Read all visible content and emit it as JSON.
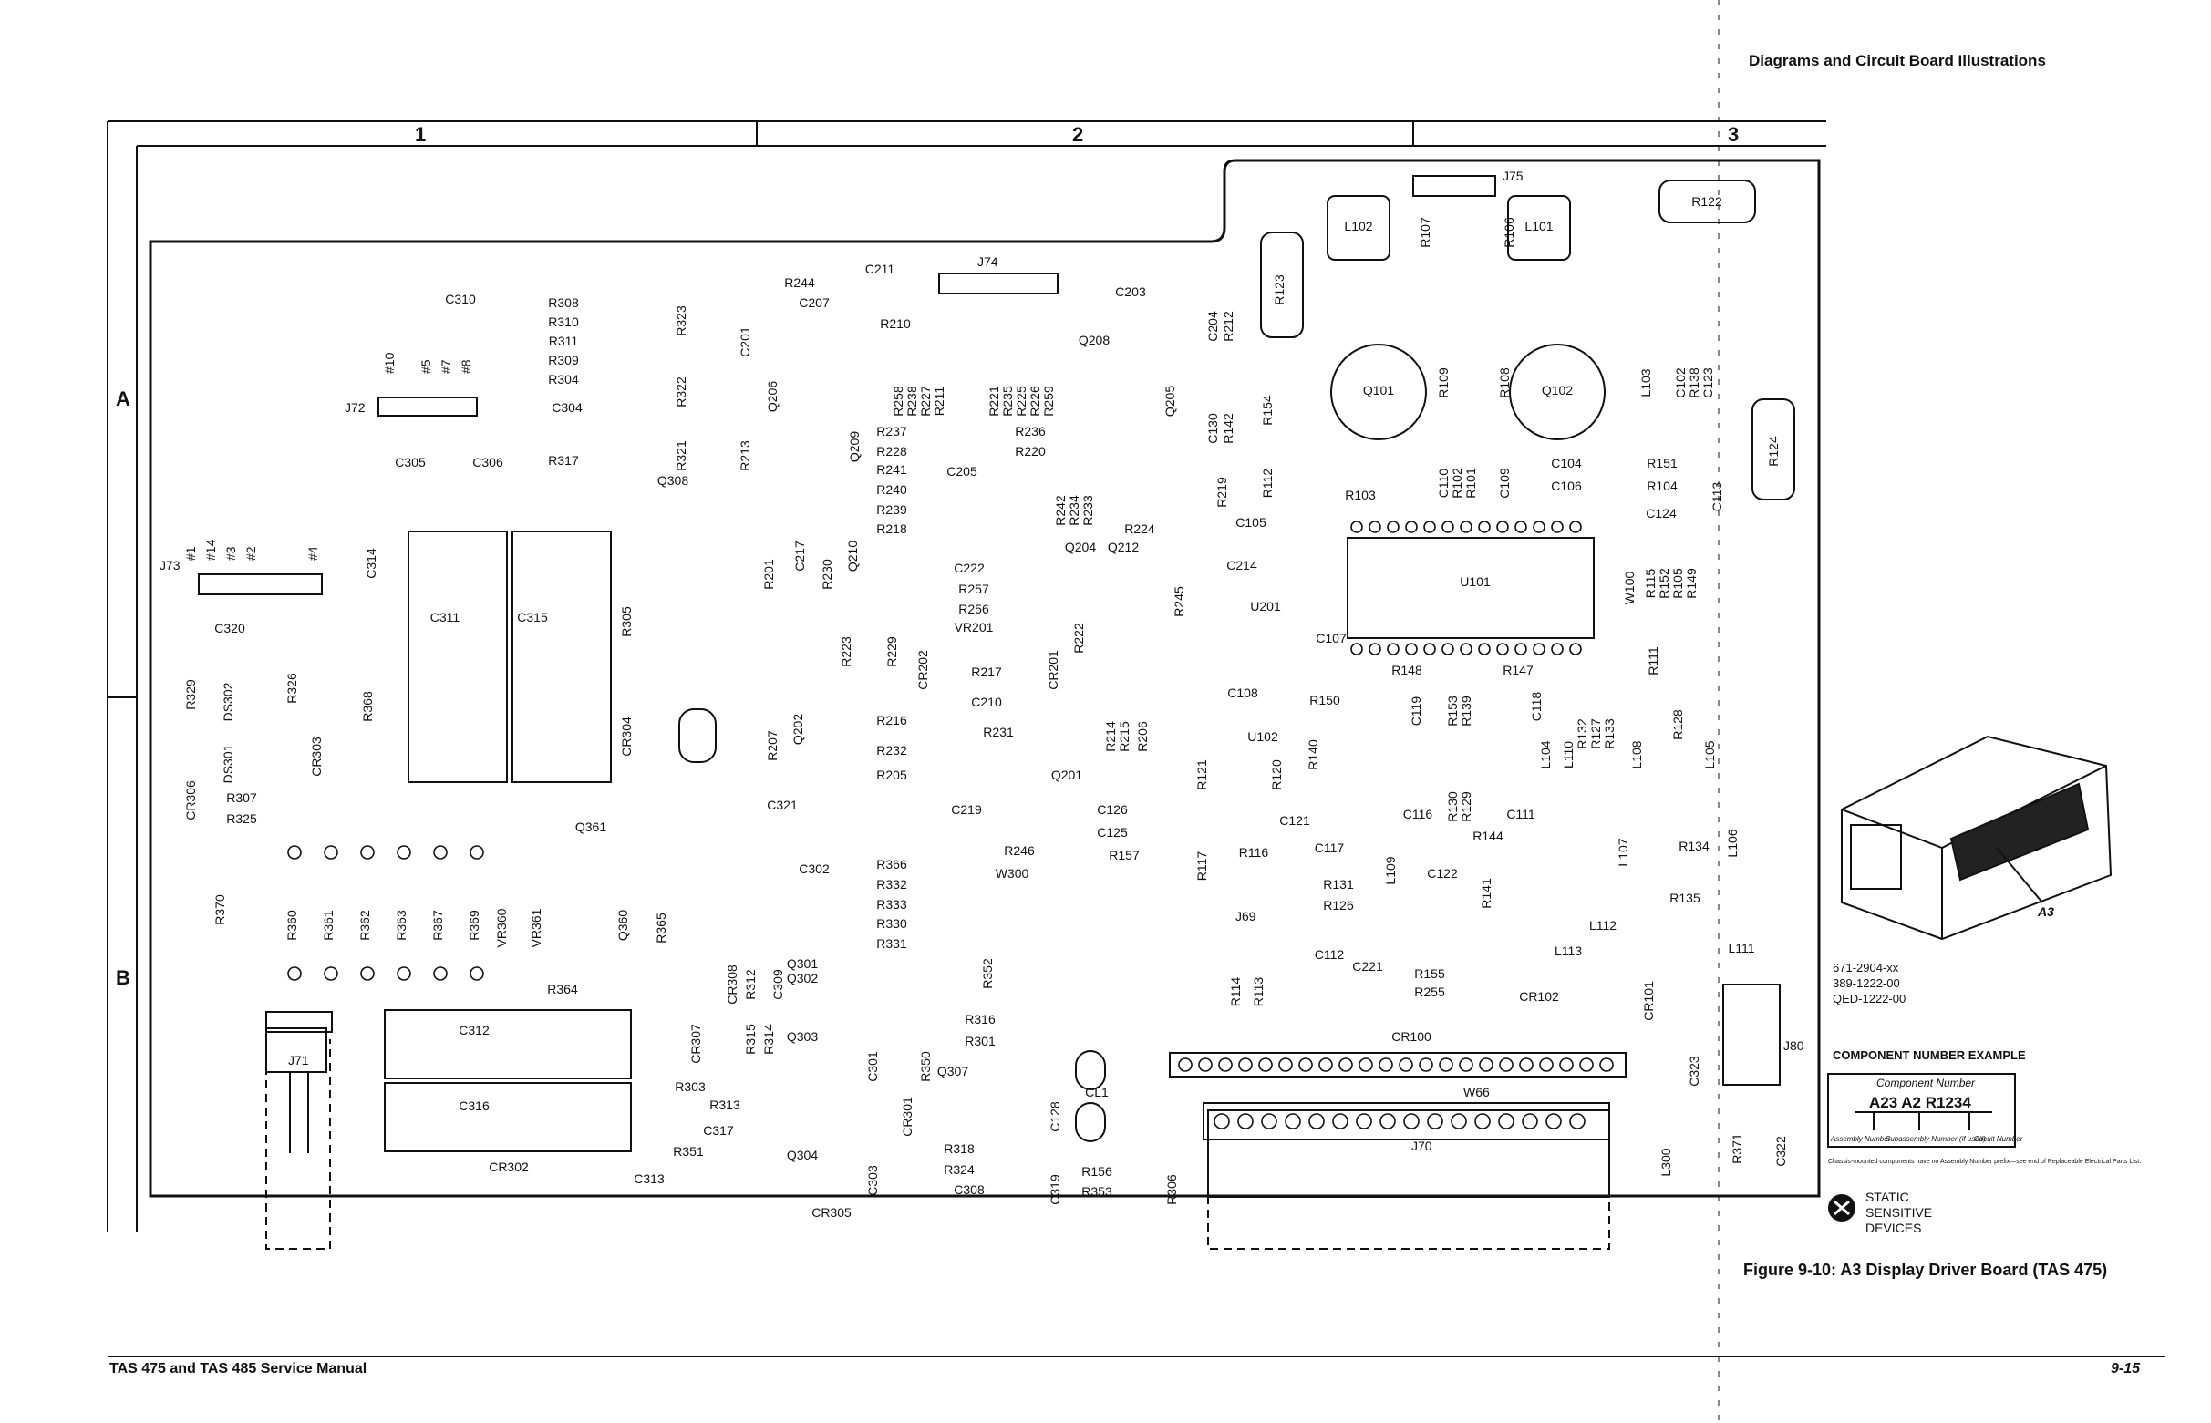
{
  "header": {
    "section_title": "Diagrams and Circuit Board Illustrations"
  },
  "grid": {
    "columns": [
      "1",
      "2",
      "3"
    ],
    "rows": [
      "A",
      "B"
    ]
  },
  "connectors": {
    "J71": "J71",
    "J72": "J72",
    "J73": "J73",
    "J74": "J74",
    "J75": "J75",
    "J69": "J69",
    "J70": "J70",
    "J80": "J80",
    "W66": "W66",
    "J73_pins": [
      "#1",
      "#14",
      "#3",
      "#2",
      "#4"
    ],
    "J72_pins": [
      "#10",
      "#5",
      "#7",
      "#8"
    ]
  },
  "components": [
    {
      "id": "C310"
    },
    {
      "id": "R308"
    },
    {
      "id": "R310"
    },
    {
      "id": "R311"
    },
    {
      "id": "R309"
    },
    {
      "id": "R304"
    },
    {
      "id": "R317"
    },
    {
      "id": "R323"
    },
    {
      "id": "R322"
    },
    {
      "id": "R321"
    },
    {
      "id": "C304"
    },
    {
      "id": "Q308"
    },
    {
      "id": "C305"
    },
    {
      "id": "C306"
    },
    {
      "id": "C314"
    },
    {
      "id": "C311"
    },
    {
      "id": "C315"
    },
    {
      "id": "R305"
    },
    {
      "id": "CR304"
    },
    {
      "id": "C320"
    },
    {
      "id": "R329"
    },
    {
      "id": "DS302"
    },
    {
      "id": "DS301"
    },
    {
      "id": "R326"
    },
    {
      "id": "CR303"
    },
    {
      "id": "R368"
    },
    {
      "id": "CR306"
    },
    {
      "id": "R307"
    },
    {
      "id": "R325"
    },
    {
      "id": "R370"
    },
    {
      "id": "R360"
    },
    {
      "id": "R361"
    },
    {
      "id": "R362"
    },
    {
      "id": "R363"
    },
    {
      "id": "R367"
    },
    {
      "id": "R369"
    },
    {
      "id": "VR360"
    },
    {
      "id": "VR361"
    },
    {
      "id": "Q361"
    },
    {
      "id": "Q360"
    },
    {
      "id": "R365"
    },
    {
      "id": "R364"
    },
    {
      "id": "C312"
    },
    {
      "id": "C316"
    },
    {
      "id": "CR302"
    },
    {
      "id": "C313"
    },
    {
      "id": "R303"
    },
    {
      "id": "R313"
    },
    {
      "id": "C317"
    },
    {
      "id": "R351"
    },
    {
      "id": "CR307"
    },
    {
      "id": "CR308"
    },
    {
      "id": "R312"
    },
    {
      "id": "C309"
    },
    {
      "id": "R315"
    },
    {
      "id": "R314"
    },
    {
      "id": "Q301"
    },
    {
      "id": "Q302"
    },
    {
      "id": "Q303"
    },
    {
      "id": "Q304"
    },
    {
      "id": "C302"
    },
    {
      "id": "C301"
    },
    {
      "id": "C303"
    },
    {
      "id": "CR305"
    },
    {
      "id": "CR301"
    },
    {
      "id": "R366"
    },
    {
      "id": "R332"
    },
    {
      "id": "R333"
    },
    {
      "id": "R330"
    },
    {
      "id": "R331"
    },
    {
      "id": "R352"
    },
    {
      "id": "R350"
    },
    {
      "id": "R316"
    },
    {
      "id": "R301"
    },
    {
      "id": "Q307"
    },
    {
      "id": "R318"
    },
    {
      "id": "R324"
    },
    {
      "id": "C308"
    },
    {
      "id": "C128"
    },
    {
      "id": "C319"
    },
    {
      "id": "CL1"
    },
    {
      "id": "R156"
    },
    {
      "id": "R353"
    },
    {
      "id": "R306"
    },
    {
      "id": "C321"
    },
    {
      "id": "C219"
    },
    {
      "id": "R246"
    },
    {
      "id": "W300"
    },
    {
      "id": "C126"
    },
    {
      "id": "C125"
    },
    {
      "id": "R157"
    },
    {
      "id": "R244"
    },
    {
      "id": "C211"
    },
    {
      "id": "C207"
    },
    {
      "id": "C201"
    },
    {
      "id": "Q206"
    },
    {
      "id": "R213"
    },
    {
      "id": "Q209"
    },
    {
      "id": "R210"
    },
    {
      "id": "R258"
    },
    {
      "id": "R238"
    },
    {
      "id": "R227"
    },
    {
      "id": "R211"
    },
    {
      "id": "R221"
    },
    {
      "id": "R235"
    },
    {
      "id": "R225"
    },
    {
      "id": "R226"
    },
    {
      "id": "R259"
    },
    {
      "id": "Q208"
    },
    {
      "id": "C203"
    },
    {
      "id": "Q205"
    },
    {
      "id": "R237"
    },
    {
      "id": "R228"
    },
    {
      "id": "R241"
    },
    {
      "id": "R240"
    },
    {
      "id": "R239"
    },
    {
      "id": "R218"
    },
    {
      "id": "C205"
    },
    {
      "id": "R236"
    },
    {
      "id": "R220"
    },
    {
      "id": "R242"
    },
    {
      "id": "R234"
    },
    {
      "id": "R233"
    },
    {
      "id": "R224"
    },
    {
      "id": "Q204"
    },
    {
      "id": "Q212"
    },
    {
      "id": "R245"
    },
    {
      "id": "R201"
    },
    {
      "id": "C217"
    },
    {
      "id": "R230"
    },
    {
      "id": "Q210"
    },
    {
      "id": "C222"
    },
    {
      "id": "R257"
    },
    {
      "id": "R256"
    },
    {
      "id": "VR201"
    },
    {
      "id": "R223"
    },
    {
      "id": "R229"
    },
    {
      "id": "CR202"
    },
    {
      "id": "R217"
    },
    {
      "id": "CR201"
    },
    {
      "id": "R222"
    },
    {
      "id": "C210"
    },
    {
      "id": "R231"
    },
    {
      "id": "R207"
    },
    {
      "id": "Q202"
    },
    {
      "id": "R216"
    },
    {
      "id": "R232"
    },
    {
      "id": "R205"
    },
    {
      "id": "Q201"
    },
    {
      "id": "R214"
    },
    {
      "id": "R215"
    },
    {
      "id": "R206"
    },
    {
      "id": "C204"
    },
    {
      "id": "R212"
    },
    {
      "id": "C130"
    },
    {
      "id": "R142"
    },
    {
      "id": "R123"
    },
    {
      "id": "R154"
    },
    {
      "id": "R112"
    },
    {
      "id": "R219"
    },
    {
      "id": "R103"
    },
    {
      "id": "L102"
    },
    {
      "id": "R107"
    },
    {
      "id": "R106"
    },
    {
      "id": "L101"
    },
    {
      "id": "R122"
    },
    {
      "id": "Q101"
    },
    {
      "id": "R109"
    },
    {
      "id": "R108"
    },
    {
      "id": "Q102"
    },
    {
      "id": "L103"
    },
    {
      "id": "C102"
    },
    {
      "id": "R138"
    },
    {
      "id": "C123"
    },
    {
      "id": "R124"
    },
    {
      "id": "C110"
    },
    {
      "id": "R102"
    },
    {
      "id": "R101"
    },
    {
      "id": "C109"
    },
    {
      "id": "C104"
    },
    {
      "id": "C106"
    },
    {
      "id": "R151"
    },
    {
      "id": "R104"
    },
    {
      "id": "C113"
    },
    {
      "id": "C124"
    },
    {
      "id": "C105"
    },
    {
      "id": "C214"
    },
    {
      "id": "U201"
    },
    {
      "id": "U101"
    },
    {
      "id": "W100"
    },
    {
      "id": "R115"
    },
    {
      "id": "R152"
    },
    {
      "id": "R105"
    },
    {
      "id": "R149"
    },
    {
      "id": "C107"
    },
    {
      "id": "R148"
    },
    {
      "id": "R147"
    },
    {
      "id": "R111"
    },
    {
      "id": "C108"
    },
    {
      "id": "R150"
    },
    {
      "id": "C119"
    },
    {
      "id": "R153"
    },
    {
      "id": "R139"
    },
    {
      "id": "C118"
    },
    {
      "id": "R132"
    },
    {
      "id": "R127"
    },
    {
      "id": "R133"
    },
    {
      "id": "R128"
    },
    {
      "id": "U102"
    },
    {
      "id": "R121"
    },
    {
      "id": "R120"
    },
    {
      "id": "R140"
    },
    {
      "id": "R130"
    },
    {
      "id": "R129"
    },
    {
      "id": "L104"
    },
    {
      "id": "L110"
    },
    {
      "id": "L108"
    },
    {
      "id": "L105"
    },
    {
      "id": "C116"
    },
    {
      "id": "C111"
    },
    {
      "id": "R144"
    },
    {
      "id": "C121"
    },
    {
      "id": "L107"
    },
    {
      "id": "L106"
    },
    {
      "id": "R134"
    },
    {
      "id": "R117"
    },
    {
      "id": "R116"
    },
    {
      "id": "C117"
    },
    {
      "id": "R131"
    },
    {
      "id": "R126"
    },
    {
      "id": "L109"
    },
    {
      "id": "C122"
    },
    {
      "id": "R141"
    },
    {
      "id": "R135"
    },
    {
      "id": "L112"
    },
    {
      "id": "L113"
    },
    {
      "id": "L111"
    },
    {
      "id": "C112"
    },
    {
      "id": "C221"
    },
    {
      "id": "R155"
    },
    {
      "id": "R255"
    },
    {
      "id": "CR102"
    },
    {
      "id": "CR100"
    },
    {
      "id": "R114"
    },
    {
      "id": "R113"
    },
    {
      "id": "CR101"
    },
    {
      "id": "C323"
    },
    {
      "id": "L300"
    },
    {
      "id": "R371"
    },
    {
      "id": "C322"
    }
  ],
  "assembly_numbers": [
    "671-2904-xx",
    "389-1222-00",
    "QED-1222-00"
  ],
  "assembly_tag": "A3",
  "component_number_example": {
    "title": "COMPONENT NUMBER EXAMPLE",
    "caption": "Component Number",
    "number": "A23 A2 R1234",
    "left_label": "Assembly Number",
    "middle_label": "Subassembly Number (if used)",
    "right_label": "Circuit Number",
    "note": "Chassis-mounted components have no Assembly Number prefix—see end of Replaceable Electrical Parts List."
  },
  "static": [
    "STATIC",
    "SENSITIVE",
    "DEVICES"
  ],
  "figure_caption": "Figure 9-10:  A3 Display Driver Board (TAS 475)",
  "footer": {
    "left": "TAS 475 and TAS 485 Service Manual",
    "right": "9-15"
  }
}
